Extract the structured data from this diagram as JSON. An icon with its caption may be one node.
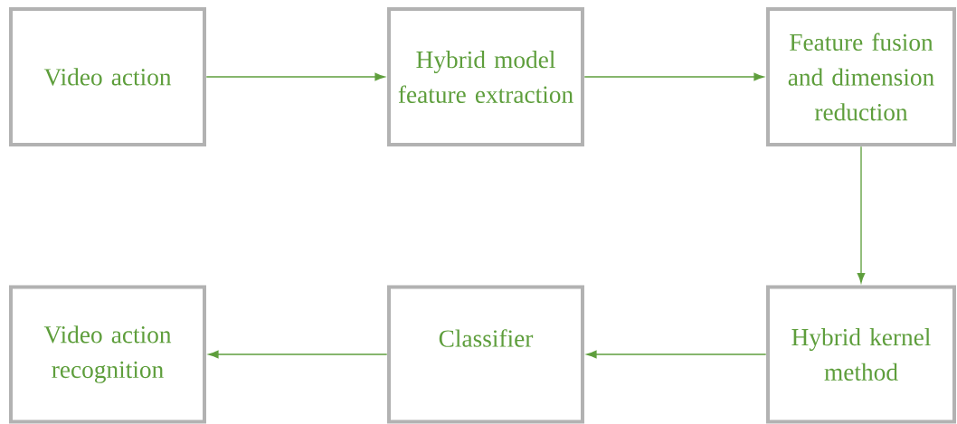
{
  "diagram": {
    "nodes": [
      {
        "text": [
          "Video action"
        ]
      },
      {
        "text": [
          "Hybrid model feature extraction"
        ]
      },
      {
        "text": [
          "Feature fusion and dimension reduction"
        ]
      },
      {
        "text": [
          "Hybrid kernel method"
        ]
      },
      {
        "text": [
          "Classifier"
        ]
      },
      {
        "text": [
          "Video action recognition"
        ]
      }
    ],
    "edges": [
      {
        "from": 0,
        "to": 1,
        "arrow": "to"
      },
      {
        "from": 1,
        "to": 2,
        "arrow": "to"
      },
      {
        "from": 2,
        "to": 3,
        "arrow": "to"
      },
      {
        "from": 3,
        "to": 4,
        "arrow": "to"
      },
      {
        "from": 4,
        "to": 5,
        "arrow": "to"
      }
    ]
  }
}
